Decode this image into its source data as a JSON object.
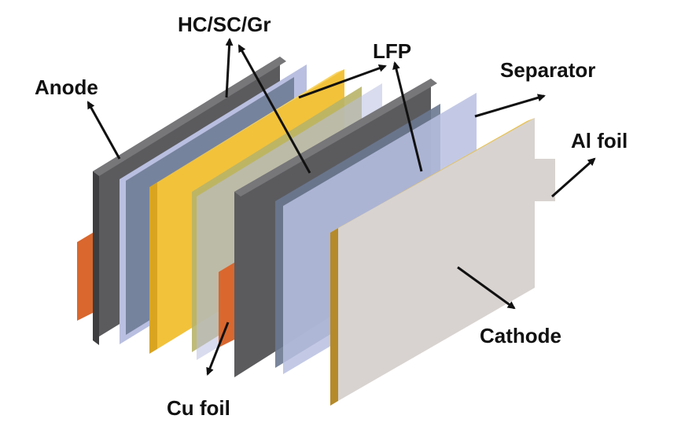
{
  "labels": {
    "hc_sc_gr": "HC/SC/Gr",
    "lfp": "LFP",
    "anode": "Anode",
    "separator": "Separator",
    "al_foil": "Al foil",
    "cathode": "Cathode",
    "cu_foil": "Cu foil"
  },
  "colors": {
    "anode_plate": "#5b5b5e",
    "separator_plate": "#b9bfe0",
    "active_layer": "#6a7890",
    "yellow_plate": "#f2c23a",
    "olive_plate": "#b8b468",
    "cathode_plate": "#d8d3d0",
    "copper_tab": "#d9672e",
    "arrow": "#111111"
  }
}
